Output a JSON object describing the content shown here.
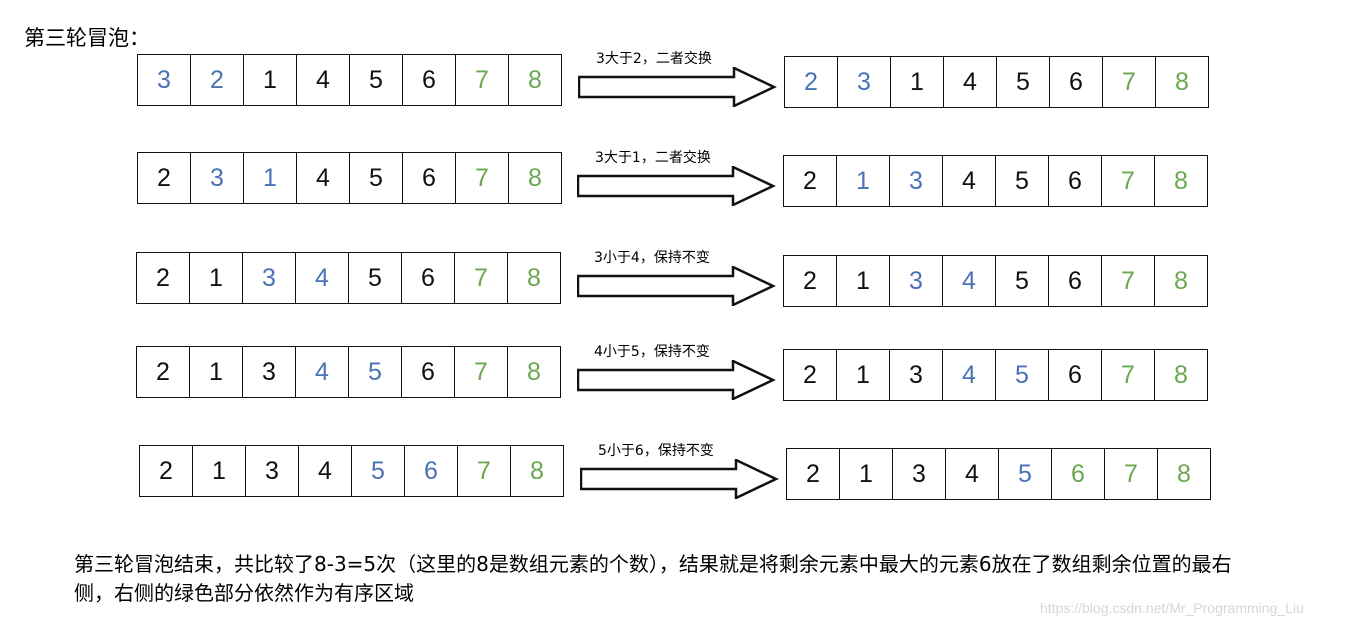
{
  "title": "第三轮冒泡：",
  "colors": {
    "black": "#111111",
    "blue": "#4a72b4",
    "green": "#6aa84f"
  },
  "steps": [
    {
      "before": [
        {
          "v": "3",
          "c": "blue"
        },
        {
          "v": "2",
          "c": "blue"
        },
        {
          "v": "1",
          "c": "black"
        },
        {
          "v": "4",
          "c": "black"
        },
        {
          "v": "5",
          "c": "black"
        },
        {
          "v": "6",
          "c": "black"
        },
        {
          "v": "7",
          "c": "green"
        },
        {
          "v": "8",
          "c": "green"
        }
      ],
      "label": "3大于2，二者交换",
      "after": [
        {
          "v": "2",
          "c": "blue"
        },
        {
          "v": "3",
          "c": "blue"
        },
        {
          "v": "1",
          "c": "black"
        },
        {
          "v": "4",
          "c": "black"
        },
        {
          "v": "5",
          "c": "black"
        },
        {
          "v": "6",
          "c": "black"
        },
        {
          "v": "7",
          "c": "green"
        },
        {
          "v": "8",
          "c": "green"
        }
      ]
    },
    {
      "before": [
        {
          "v": "2",
          "c": "black"
        },
        {
          "v": "3",
          "c": "blue"
        },
        {
          "v": "1",
          "c": "blue"
        },
        {
          "v": "4",
          "c": "black"
        },
        {
          "v": "5",
          "c": "black"
        },
        {
          "v": "6",
          "c": "black"
        },
        {
          "v": "7",
          "c": "green"
        },
        {
          "v": "8",
          "c": "green"
        }
      ],
      "label": "3大于1，二者交换",
      "after": [
        {
          "v": "2",
          "c": "black"
        },
        {
          "v": "1",
          "c": "blue"
        },
        {
          "v": "3",
          "c": "blue"
        },
        {
          "v": "4",
          "c": "black"
        },
        {
          "v": "5",
          "c": "black"
        },
        {
          "v": "6",
          "c": "black"
        },
        {
          "v": "7",
          "c": "green"
        },
        {
          "v": "8",
          "c": "green"
        }
      ]
    },
    {
      "before": [
        {
          "v": "2",
          "c": "black"
        },
        {
          "v": "1",
          "c": "black"
        },
        {
          "v": "3",
          "c": "blue"
        },
        {
          "v": "4",
          "c": "blue"
        },
        {
          "v": "5",
          "c": "black"
        },
        {
          "v": "6",
          "c": "black"
        },
        {
          "v": "7",
          "c": "green"
        },
        {
          "v": "8",
          "c": "green"
        }
      ],
      "label": "3小于4，保持不变",
      "after": [
        {
          "v": "2",
          "c": "black"
        },
        {
          "v": "1",
          "c": "black"
        },
        {
          "v": "3",
          "c": "blue"
        },
        {
          "v": "4",
          "c": "blue"
        },
        {
          "v": "5",
          "c": "black"
        },
        {
          "v": "6",
          "c": "black"
        },
        {
          "v": "7",
          "c": "green"
        },
        {
          "v": "8",
          "c": "green"
        }
      ]
    },
    {
      "before": [
        {
          "v": "2",
          "c": "black"
        },
        {
          "v": "1",
          "c": "black"
        },
        {
          "v": "3",
          "c": "black"
        },
        {
          "v": "4",
          "c": "blue"
        },
        {
          "v": "5",
          "c": "blue"
        },
        {
          "v": "6",
          "c": "black"
        },
        {
          "v": "7",
          "c": "green"
        },
        {
          "v": "8",
          "c": "green"
        }
      ],
      "label": "4小于5，保持不变",
      "after": [
        {
          "v": "2",
          "c": "black"
        },
        {
          "v": "1",
          "c": "black"
        },
        {
          "v": "3",
          "c": "black"
        },
        {
          "v": "4",
          "c": "blue"
        },
        {
          "v": "5",
          "c": "blue"
        },
        {
          "v": "6",
          "c": "black"
        },
        {
          "v": "7",
          "c": "green"
        },
        {
          "v": "8",
          "c": "green"
        }
      ]
    },
    {
      "before": [
        {
          "v": "2",
          "c": "black"
        },
        {
          "v": "1",
          "c": "black"
        },
        {
          "v": "3",
          "c": "black"
        },
        {
          "v": "4",
          "c": "black"
        },
        {
          "v": "5",
          "c": "blue"
        },
        {
          "v": "6",
          "c": "blue"
        },
        {
          "v": "7",
          "c": "green"
        },
        {
          "v": "8",
          "c": "green"
        }
      ],
      "label": "5小于6，保持不变",
      "after": [
        {
          "v": "2",
          "c": "black"
        },
        {
          "v": "1",
          "c": "black"
        },
        {
          "v": "3",
          "c": "black"
        },
        {
          "v": "4",
          "c": "black"
        },
        {
          "v": "5",
          "c": "blue"
        },
        {
          "v": "6",
          "c": "green"
        },
        {
          "v": "7",
          "c": "green"
        },
        {
          "v": "8",
          "c": "green"
        }
      ]
    }
  ],
  "summary": "第三轮冒泡结束，共比较了8-3=5次（这里的8是数组元素的个数），结果就是将剩余元素中最大的元素6放在了数组剩余位置的最右侧，右侧的绿色部分依然作为有序区域",
  "watermark": "https://blog.csdn.net/Mr_Programming_Liu"
}
